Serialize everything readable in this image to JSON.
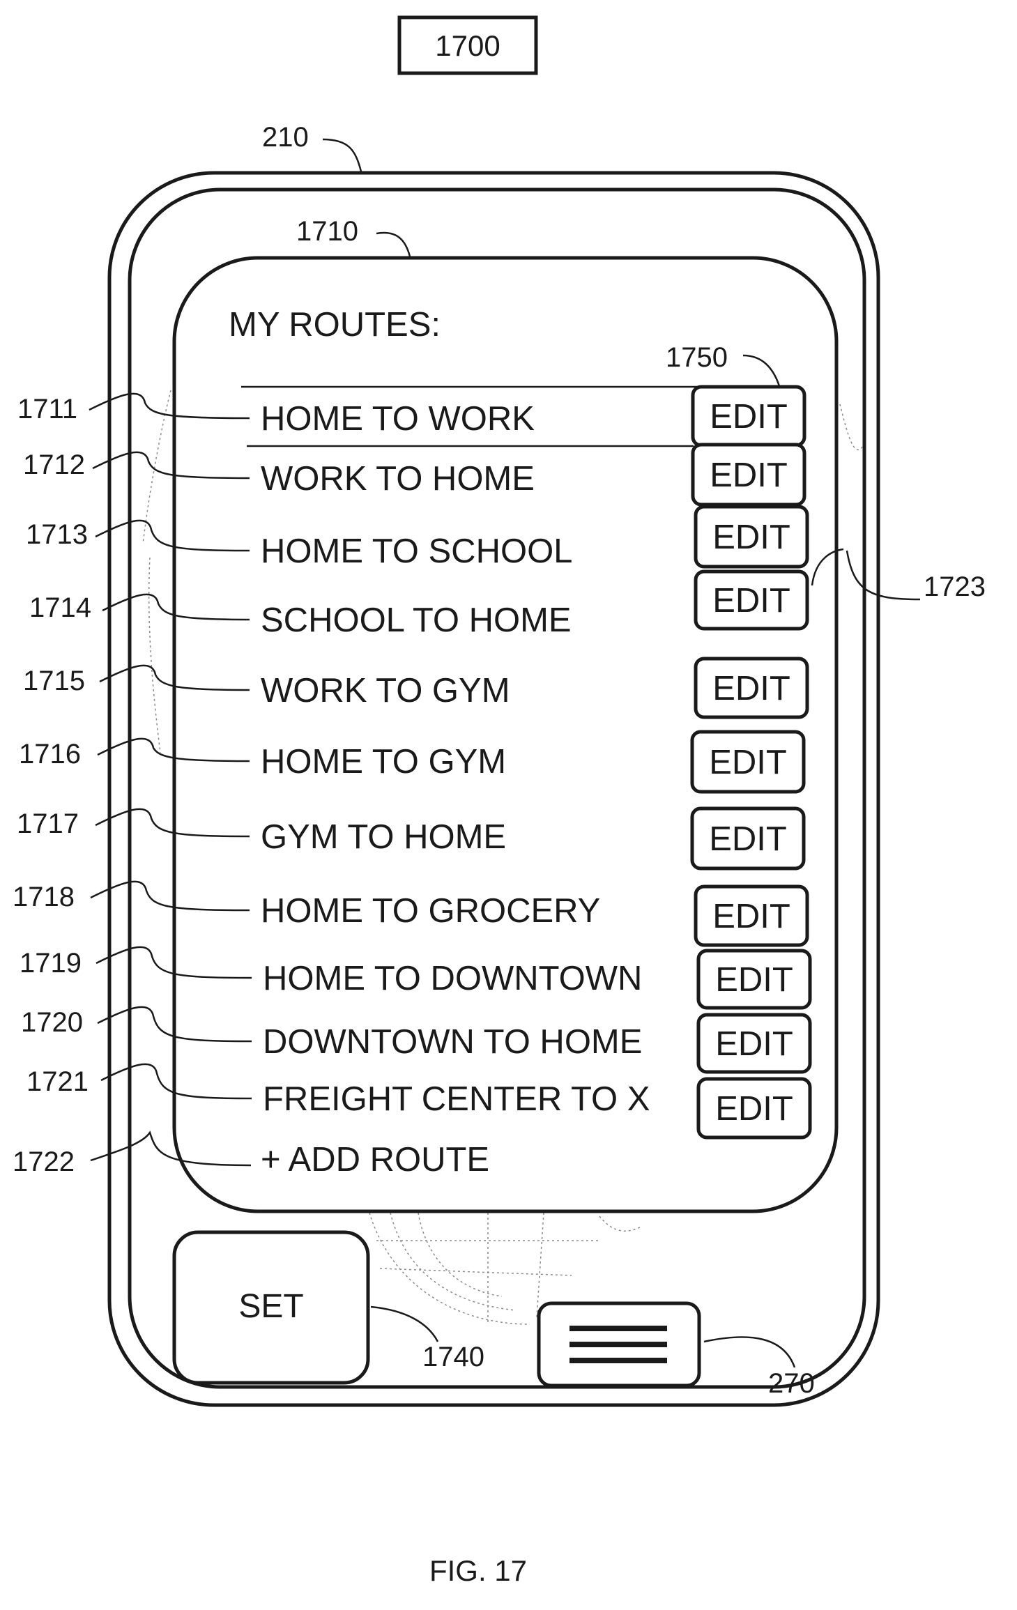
{
  "figure_number_box": "1700",
  "figure_caption": "FIG. 17",
  "device_ref": "210",
  "screen_ref": "1710",
  "screen": {
    "heading": "MY ROUTES:",
    "edit_ref": "1750",
    "edit_column_ref": "1723",
    "routes": [
      {
        "ref": "1711",
        "label": "HOME TO WORK",
        "button": "EDIT"
      },
      {
        "ref": "1712",
        "label": "WORK TO HOME",
        "button": "EDIT"
      },
      {
        "ref": "1713",
        "label": "HOME TO SCHOOL",
        "button": "EDIT"
      },
      {
        "ref": "1714",
        "label": "SCHOOL TO HOME",
        "button": "EDIT"
      },
      {
        "ref": "1715",
        "label": "WORK TO GYM",
        "button": "EDIT"
      },
      {
        "ref": "1716",
        "label": "HOME TO GYM",
        "button": "EDIT"
      },
      {
        "ref": "1717",
        "label": "GYM TO HOME",
        "button": "EDIT"
      },
      {
        "ref": "1718",
        "label": "HOME TO GROCERY",
        "button": "EDIT"
      },
      {
        "ref": "1719",
        "label": "HOME TO DOWNTOWN",
        "button": "EDIT"
      },
      {
        "ref": "1720",
        "label": "DOWNTOWN TO HOME",
        "button": "EDIT"
      },
      {
        "ref": "1721",
        "label": "FREIGHT CENTER TO X",
        "button": "EDIT"
      }
    ],
    "add_route": {
      "ref": "1722",
      "label": "+ ADD ROUTE"
    }
  },
  "set_button": {
    "label": "SET",
    "ref": "1740"
  },
  "menu_button": {
    "icon": "hamburger-menu-icon",
    "ref": "270"
  }
}
